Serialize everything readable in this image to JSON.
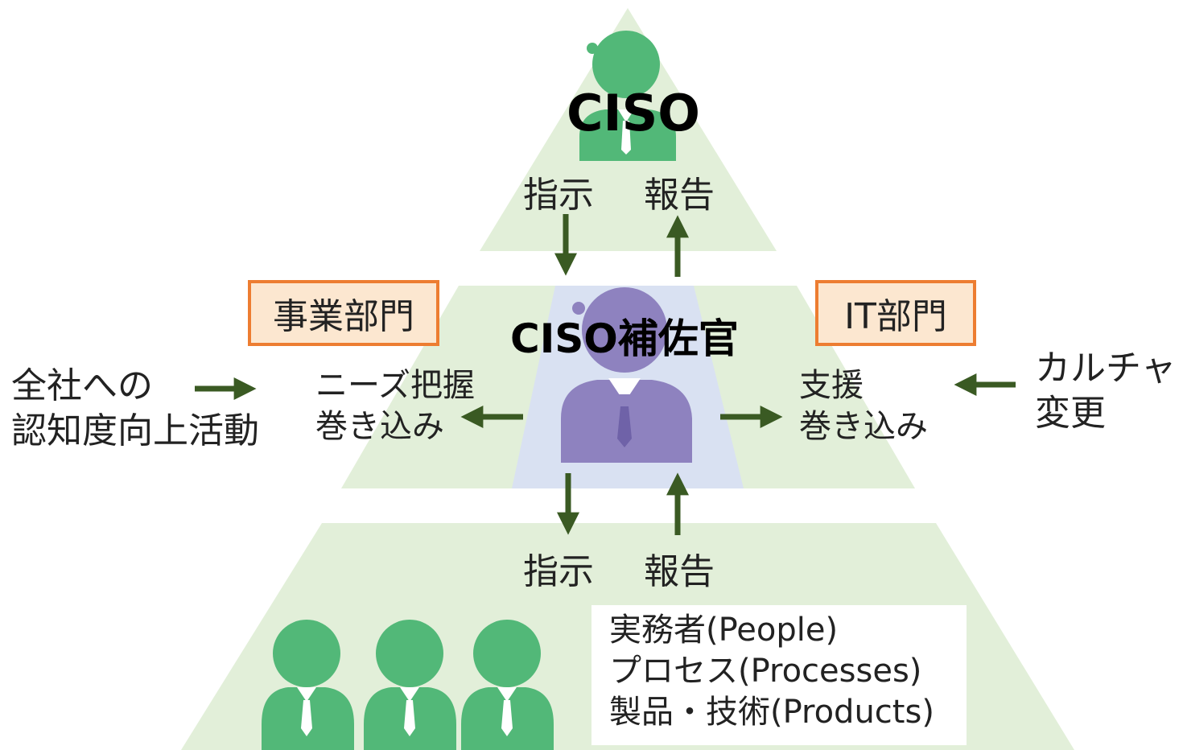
{
  "colors": {
    "tier_fill": "#e2efd9",
    "center_fill": "#d9e1f2",
    "person_green": "#52b878",
    "person_purple": "#8e82bf",
    "arrow": "#3a5a23",
    "box_border": "#ed7d31",
    "box_fill": "#fce7d0"
  },
  "top": {
    "title": "CISO",
    "left_label": "指示",
    "right_label": "報告",
    "icon": "person-icon"
  },
  "middle": {
    "title": "CISO補佐官",
    "icon": "person-icon",
    "left_box": "事業部門",
    "right_box": "IT部門",
    "left_text": "ニーズ把握\n巻き込み",
    "right_text": "支援\n巻き込み",
    "outer_left": "全社への\n認知度向上活動",
    "outer_right": "カルチャ\n変更"
  },
  "bottom": {
    "left_label": "指示",
    "right_label": "報告",
    "icon": "person-group-icon",
    "items": [
      "実務者(People)",
      "プロセス(Processes)",
      "製品・技術(Products)"
    ]
  }
}
